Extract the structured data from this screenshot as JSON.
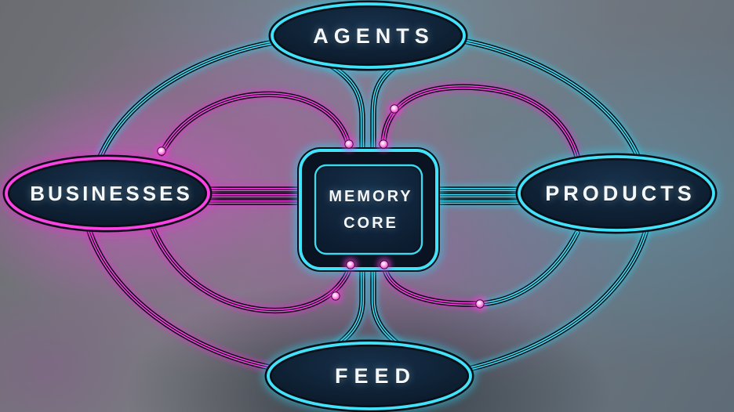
{
  "title": "Memory core network diagram",
  "core": {
    "line1": "MEMORY",
    "line2": "CORE"
  },
  "nodes": [
    {
      "id": "agents",
      "label": "AGENTS",
      "position": "top",
      "outline_color": "cyan"
    },
    {
      "id": "businesses",
      "label": "BUSINESSES",
      "position": "left",
      "outline_color": "magenta"
    },
    {
      "id": "products",
      "label": "PRODUCTS",
      "position": "right",
      "outline_color": "cyan"
    },
    {
      "id": "feed",
      "label": "FEED",
      "position": "bottom",
      "outline_color": "cyan"
    }
  ],
  "edges": [
    {
      "from": "agents",
      "to": "memory-core",
      "color": "cyan",
      "style": "twin vertical lines"
    },
    {
      "from": "memory-core",
      "to": "feed",
      "color": "cyan",
      "style": "twin vertical lines"
    },
    {
      "from": "businesses",
      "to": "memory-core",
      "color": "magenta",
      "style": "triple horizontal bus"
    },
    {
      "from": "memory-core",
      "to": "products",
      "color": "cyan",
      "style": "triple horizontal bus"
    },
    {
      "from": "agents",
      "to": "businesses",
      "color": "cyan",
      "style": "outer arc"
    },
    {
      "from": "agents",
      "to": "products",
      "color": "cyan",
      "style": "outer arc"
    },
    {
      "from": "businesses",
      "to": "feed",
      "color": "magenta",
      "style": "outer arc"
    },
    {
      "from": "products",
      "to": "feed",
      "color": "cyan",
      "style": "outer arc"
    },
    {
      "from": "businesses",
      "to": "memory-core",
      "color": "magenta",
      "style": "upper curve with glow dots"
    },
    {
      "from": "businesses",
      "to": "memory-core",
      "color": "magenta",
      "style": "lower curve with glow dots"
    },
    {
      "from": "memory-core",
      "to": "products",
      "color": "magenta",
      "style": "upper curve with glow dots"
    },
    {
      "from": "memory-core",
      "to": "products",
      "color": "magenta-to-cyan",
      "style": "lower curve with glow dots"
    }
  ],
  "connector_dot_count": 8,
  "colors": {
    "cyan_neon": "#43e2fb",
    "magenta_neon": "#fb43e4",
    "node_fill": "#0d1c2e",
    "label_text": "#f4f8fb",
    "dot_core": "#ffb0f1",
    "background_left_glow": "#c056b6",
    "background_right_glow": "#56b0d4"
  }
}
